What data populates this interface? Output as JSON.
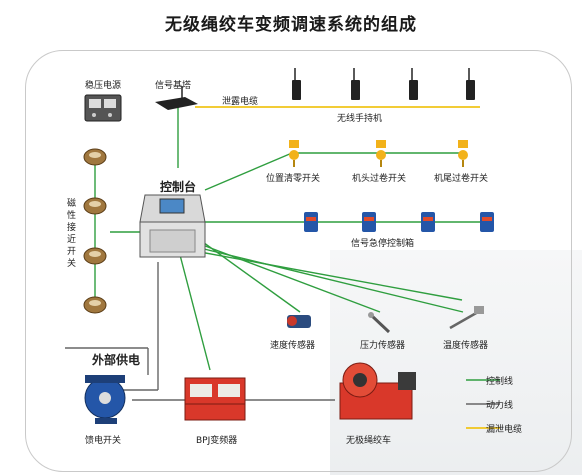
{
  "title": "无级绳绞车变频调速系统的组成",
  "labels": {
    "power_supply": "稳压电源",
    "base_station": "信号基塔",
    "leaky_cable": "泄露电缆",
    "handsets": "无线手持机",
    "control_desk": "控制台",
    "zero_switch": "位置清零开关",
    "head_switch": "机头过卷开关",
    "tail_switch": "机尾过卷开关",
    "magnetic_switch": "磁性接近开关",
    "estop_box": "信号急停控制箱",
    "speed_sensor": "速度传感器",
    "pressure_sensor": "压力传感器",
    "temp_sensor": "温度传感器",
    "ext_power": "外部供电",
    "feeder_switch": "馈电开关",
    "bpj": "BPJ变频器",
    "winch": "无极绳绞车"
  },
  "legend": [
    {
      "label": "控制线",
      "color": "#2f9e3f"
    },
    {
      "label": "动力线",
      "color": "#666666"
    },
    {
      "label": "漏泄电缆",
      "color": "#f0c419"
    }
  ],
  "colors": {
    "control_line": "#2f9e3f",
    "power_line": "#666666",
    "leaky_cable": "#f0c419",
    "equipment_red": "#d9382a",
    "equipment_blue": "#2456a8"
  }
}
